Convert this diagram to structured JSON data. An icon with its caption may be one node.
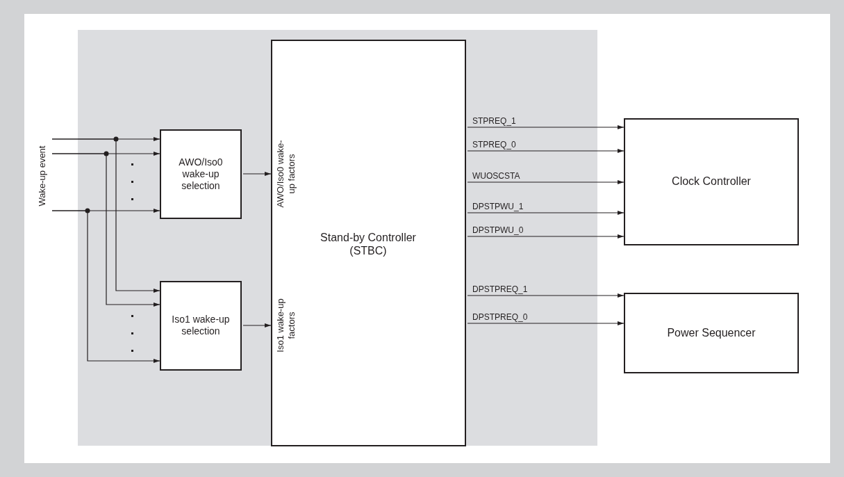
{
  "diagram": {
    "nodes": [
      {
        "text": [
          "Wake-up event"
        ]
      },
      {
        "text": [],
        "shape": "box"
      },
      {
        "text": [
          "AWO/Iso0 wake-up selection"
        ],
        "in": 1
      },
      {
        "text": [
          "Iso1 wake-up selection"
        ],
        "in": 1
      },
      {
        "text": [
          "Stand-by Controller (STBC)",
          "AWO/Iso0 wake-up factors",
          "Iso1 wake-up factors"
        ],
        "in": 1
      },
      {
        "text": [
          "Clock Controller"
        ]
      },
      {
        "text": [
          "Power Sequencer"
        ]
      }
    ],
    "edges": [
      {
        "from": 0,
        "to": 2,
        "arrow": "to"
      },
      {
        "from": 0,
        "to": 2,
        "arrow": "to"
      },
      {
        "from": 0,
        "to": 2,
        "arrow": "to"
      },
      {
        "from": 0,
        "to": 3,
        "arrow": "to"
      },
      {
        "from": 0,
        "to": 3,
        "arrow": "to"
      },
      {
        "from": 0,
        "to": 3,
        "arrow": "to"
      },
      {
        "from": 2,
        "to": 4,
        "arrow": "to"
      },
      {
        "from": 3,
        "to": 4,
        "arrow": "to"
      },
      {
        "from": 4,
        "to": 5,
        "arrow": "to",
        "label": "STPREQ_1"
      },
      {
        "from": 4,
        "to": 5,
        "arrow": "to",
        "label": "STPREQ_0"
      },
      {
        "from": 4,
        "to": 5,
        "arrow": "to",
        "label": "WUOSCSTA"
      },
      {
        "from": 4,
        "to": 5,
        "arrow": "to",
        "label": "DPSTPWU_1"
      },
      {
        "from": 4,
        "to": 5,
        "arrow": "to",
        "label": "DPSTPWU_0"
      },
      {
        "from": 4,
        "to": 6,
        "arrow": "to",
        "label": "DPSTPREQ_1"
      },
      {
        "from": 4,
        "to": 6,
        "arrow": "to",
        "label": "DPSTPREQ_0"
      }
    ]
  }
}
